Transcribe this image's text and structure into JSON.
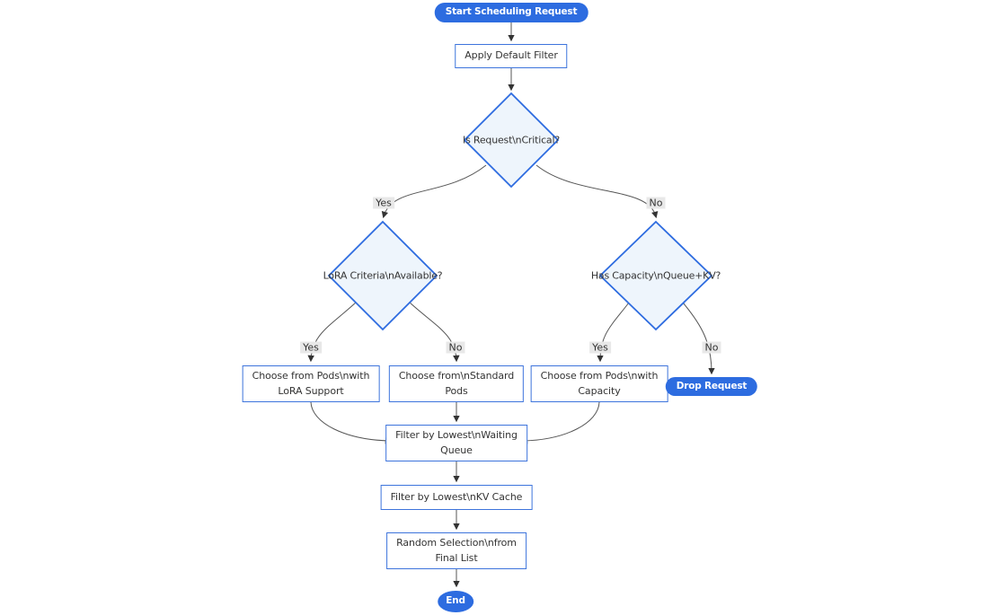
{
  "diagram": {
    "title": "Scheduling request flowchart",
    "nodes": {
      "start": "Start Scheduling Request",
      "apply_filter": "Apply Default Filter",
      "is_critical": "Is Request\\nCritical?",
      "lora_criteria": "LoRA Criteria\\nAvailable?",
      "has_capacity": "Has Capacity\\nQueue+KV?",
      "choose_lora": "Choose from Pods\\nwith\nLoRA Support",
      "choose_standard": "Choose from\\nStandard\nPods",
      "choose_capacity": "Choose from Pods\\nwith\nCapacity",
      "drop_request": "Drop Request",
      "filter_waiting": "Filter by Lowest\\nWaiting\nQueue",
      "filter_kv": "Filter by Lowest\\nKV Cache",
      "random_selection": "Random Selection\\nfrom\nFinal List",
      "end": "End"
    },
    "edge_labels": {
      "critical_yes": "Yes",
      "critical_no": "No",
      "lora_yes": "Yes",
      "lora_no": "No",
      "capacity_yes": "Yes",
      "capacity_no": "No"
    },
    "colors": {
      "pill_fill": "#2d6ce0",
      "node_border": "#3d74dc",
      "diamond_fill": "#eef5fc",
      "diamond_border": "#2e6ce0",
      "edge_stroke": "#555555",
      "text": "#333333",
      "edge_label_bg": "#e8e8e8"
    }
  }
}
